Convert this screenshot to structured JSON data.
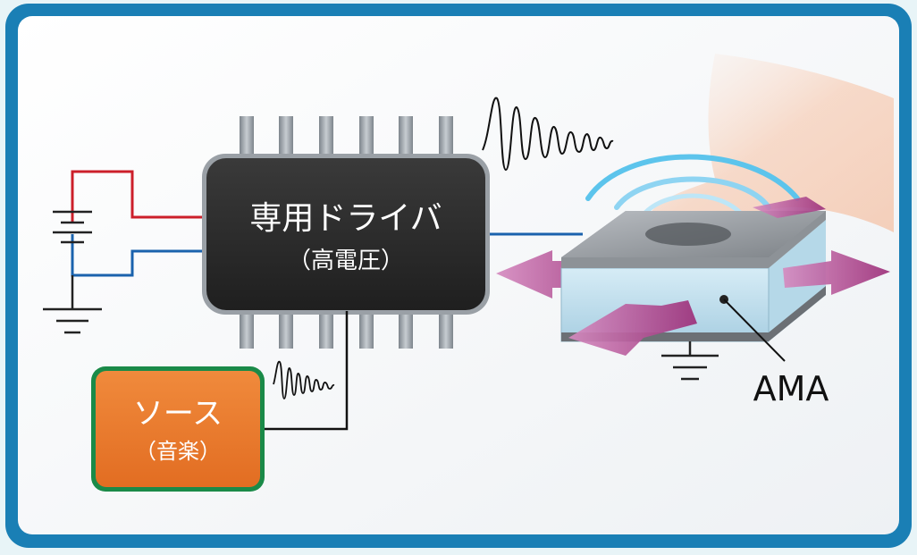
{
  "driver": {
    "title": "専用ドライバ",
    "subtitle": "（高電圧）"
  },
  "source": {
    "title": "ソース",
    "subtitle": "（音楽）"
  },
  "actuator": {
    "label": "AMA"
  },
  "colors": {
    "frame_border": "#1a7fb5",
    "chip_fill": "#2e2e2e",
    "source_fill": "#ec7a2e",
    "source_border": "#1a8a48",
    "positive_wire": "#cc1f2a",
    "negative_wire": "#1a62ad",
    "arrow_fill": "#b3418d",
    "wave_arc": "#5cc4ec"
  }
}
